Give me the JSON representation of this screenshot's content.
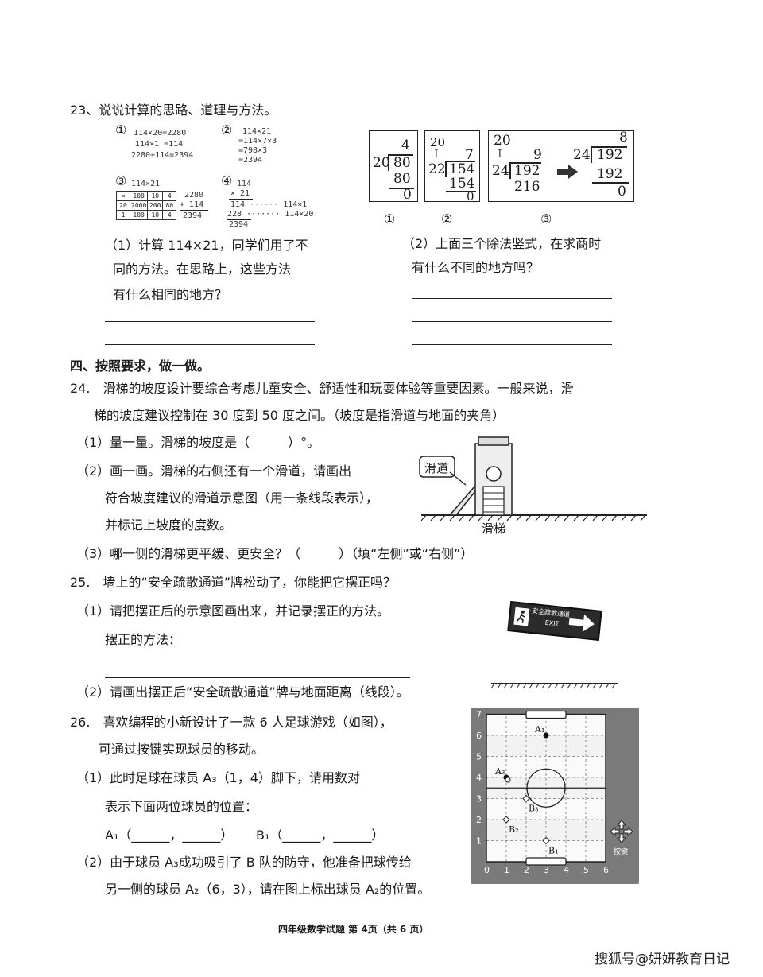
{
  "q23": {
    "title": "23、说说计算的思路、道理与方法。",
    "method_nums": [
      "①",
      "②",
      "③",
      "④"
    ],
    "m1": [
      "114×20=2280",
      "114×1 =114",
      "2280+114=2394"
    ],
    "m2": [
      "114×21",
      "=114×7×3",
      "=798×3",
      "=2394"
    ],
    "m3_head": "114×21",
    "m3_table": [
      [
        "×",
        "100",
        "10",
        "4"
      ],
      [
        "20",
        "2000",
        "200",
        "80"
      ],
      [
        "1",
        "100",
        "10",
        "4"
      ]
    ],
    "m3_sum": [
      "2280",
      "+ 114",
      "2394"
    ],
    "m4": [
      "114",
      "× 21",
      "114 ······ 114×1",
      "228 ······· 114×20",
      "2394"
    ],
    "div1": {
      "q": "4",
      "d": "20",
      "n": "80",
      "p": "80",
      "r": "0"
    },
    "div2": {
      "top": "20",
      "q": "7",
      "d": "22",
      "n": "154",
      "p": "154",
      "r": "0"
    },
    "div3a": {
      "top": "20",
      "q": "9",
      "d": "24",
      "n": "192",
      "p": "216"
    },
    "div3b": {
      "q": "8",
      "d": "24",
      "n": "192",
      "p": "192",
      "r": "0"
    },
    "div_nums": [
      "①",
      "②",
      "③"
    ],
    "p1": [
      "（1）计算 114×21，同学们用了不",
      "同的方法。在思路上，这些方法",
      "有什么相同的地方？"
    ],
    "p2": [
      "（2）上面三个除法竖式，在求商时",
      "有什么不同的地方吗？"
    ]
  },
  "s4": {
    "title": "四、按照要求，做一做。"
  },
  "q24": {
    "l1": "24.　滑梯的坡度设计要综合考虑儿童安全、舒适性和玩耍体验等重要因素。一般来说，滑",
    "l2": "梯的坡度建议控制在 30 度到 50 度之间。（坡度是指滑道与地面的夹角）",
    "p1": "（1）量一量。滑梯的坡度是（　　　）°。",
    "p2": [
      "（2）画一画。滑梯的右侧还有一个滑道，请画出",
      "符合坡度建议的滑道示意图（用一条线段表示），",
      "并标记上坡度的度数。"
    ],
    "p3": "（3）哪一侧的滑梯更平缓、更安全？（　　　）（填“左侧”或“右侧”）",
    "callout": "滑道",
    "slide_label": "滑梯"
  },
  "q25": {
    "title": "25.　墙上的“安全疏散通道”牌松动了，你能把它摆正吗？",
    "p1": "（1）请把摆正后的示意图画出来，并记录摆正的方法。",
    "method": "摆正的方法：",
    "p2": "（2）请画出摆正后“安全疏散通道”牌与地面距离（线段）。",
    "sign_text": "安全疏散通道",
    "sign_exit": "EXIT"
  },
  "q26": {
    "l1": "26.　喜欢编程的小新设计了一款 6 人足球游戏（如图），",
    "l2": "可通过按键实现球员的移动。",
    "p1": [
      "（1）此时足球在球员 A₃（1，4）脚下，请用数对",
      "表示下面两位球员的位置："
    ],
    "a1": "A₁（______，______）",
    "b1": "B₁（______，______）",
    "p2": [
      "（2）由于球员 A₃成功吸引了 B 队的防守，他准备把球传给",
      "另一侧的球员 A₂（6，3），请在图上标出球员 A₂的位置。"
    ],
    "x_ticks": [
      "0",
      "1",
      "2",
      "3",
      "4",
      "5",
      "6"
    ],
    "y_ticks": [
      "1",
      "2",
      "3",
      "4",
      "5",
      "6",
      "7"
    ],
    "players": [
      {
        "label": "A₁",
        "x": 3,
        "y": 6
      },
      {
        "label": "A₃",
        "x": 1,
        "y": 4
      },
      {
        "label": "B₃",
        "x": 2,
        "y": 3
      },
      {
        "label": "B₂",
        "x": 1,
        "y": 2
      },
      {
        "label": "B₁",
        "x": 3,
        "y": 1
      }
    ],
    "key_label": "按键"
  },
  "footer": "四年级数学试题 第 4页（共 6 页）",
  "watermark": "搜狐号@妍妍教育日记"
}
